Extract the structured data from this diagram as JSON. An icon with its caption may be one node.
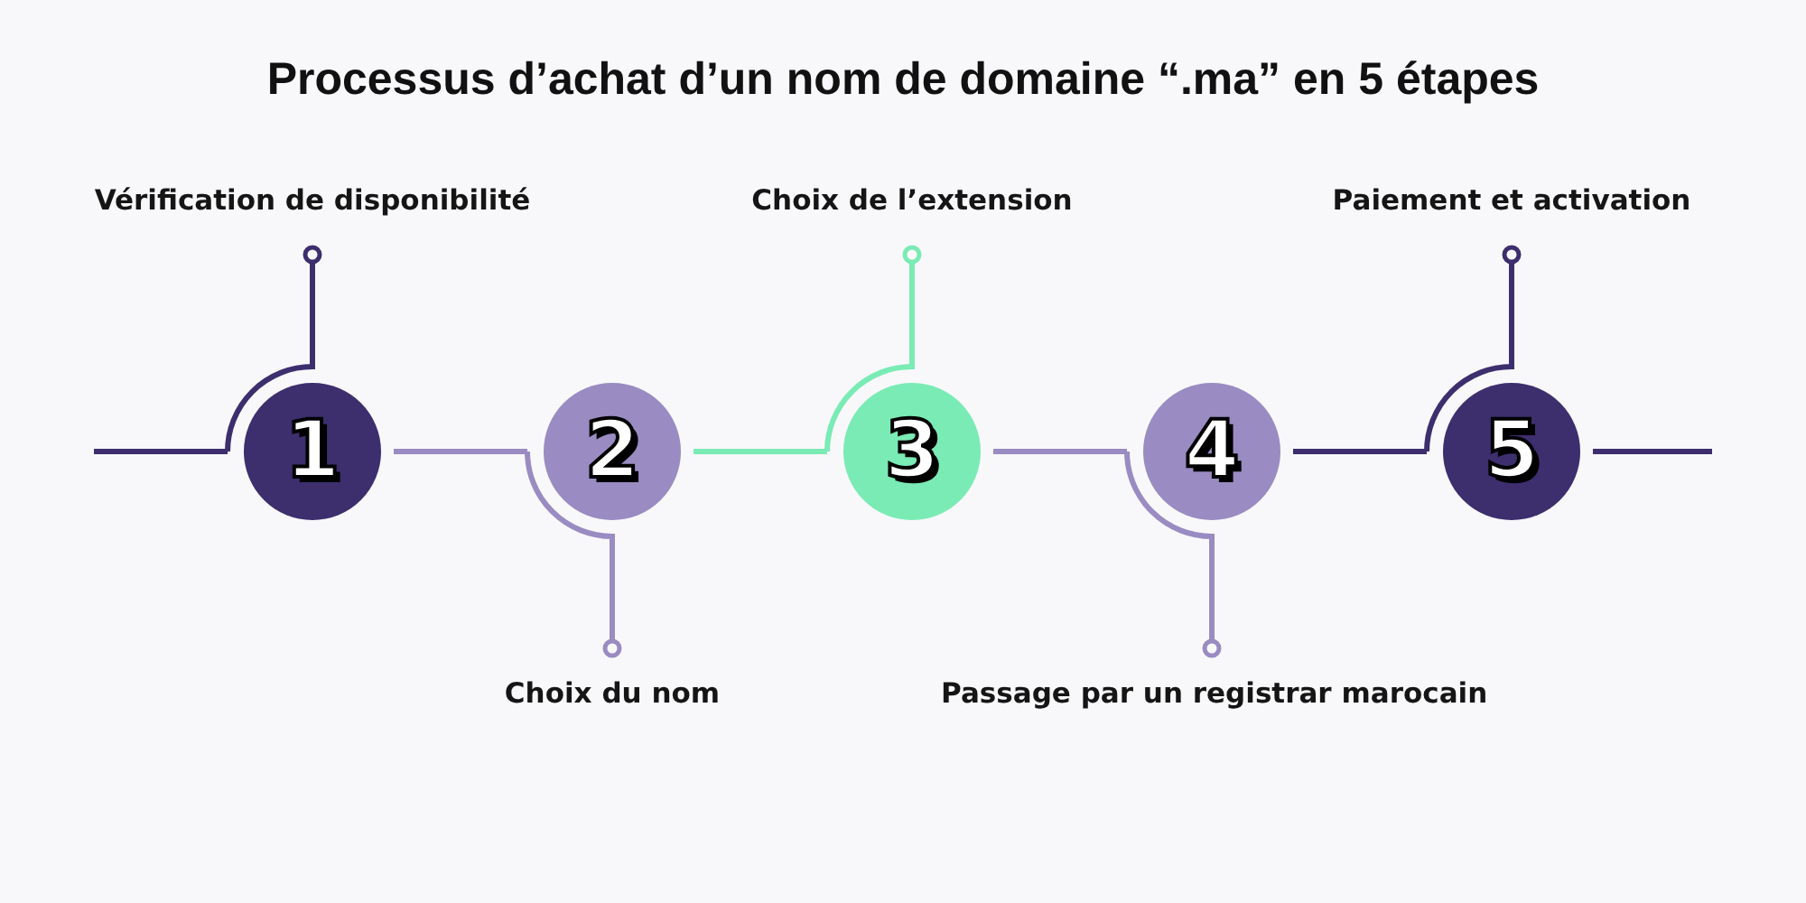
{
  "diagram": {
    "title": "Processus d’achat d’un nom de domaine “.ma” en 5 étapes",
    "nodes": [
      {
        "text": [
          "Vérification de disponibilité"
        ]
      },
      {
        "text": [
          "1"
        ]
      },
      {
        "text": [
          "Choix du nom"
        ]
      },
      {
        "text": [
          "2"
        ]
      },
      {
        "text": [
          "Choix de l’extension"
        ]
      },
      {
        "text": [
          "3"
        ]
      },
      {
        "text": [
          "Passage par un registrar marocain"
        ]
      },
      {
        "text": [
          "4"
        ]
      },
      {
        "text": [
          "Paiement et activation"
        ]
      },
      {
        "text": [
          "5"
        ]
      }
    ],
    "edges": [
      {
        "from": 0,
        "to": 1,
        "arrow": "other",
        "color": "#3d2e6e"
      },
      {
        "from": 2,
        "to": 3,
        "arrow": "other",
        "color": "#9a8bc2"
      },
      {
        "from": 4,
        "to": 5,
        "arrow": "other",
        "color": "#7aebb5"
      },
      {
        "from": 6,
        "to": 7,
        "arrow": "other",
        "color": "#9a8bc2"
      },
      {
        "from": 8,
        "to": 9,
        "arrow": "other",
        "color": "#3d2e6e"
      },
      {
        "from": null,
        "to": 1,
        "arrow": "none",
        "color": "#3d2e6e"
      },
      {
        "from": 1,
        "to": 3,
        "arrow": "none",
        "color": "#9a8bc2"
      },
      {
        "from": 3,
        "to": 5,
        "arrow": "none",
        "color": "#7aebb5"
      },
      {
        "from": 5,
        "to": 7,
        "arrow": "none",
        "color": "#9a8bc2"
      },
      {
        "from": 7,
        "to": 9,
        "arrow": "none",
        "color": "#3d2e6e"
      },
      {
        "from": 9,
        "to": null,
        "arrow": "none",
        "color": "#3d2e6e"
      }
    ]
  }
}
